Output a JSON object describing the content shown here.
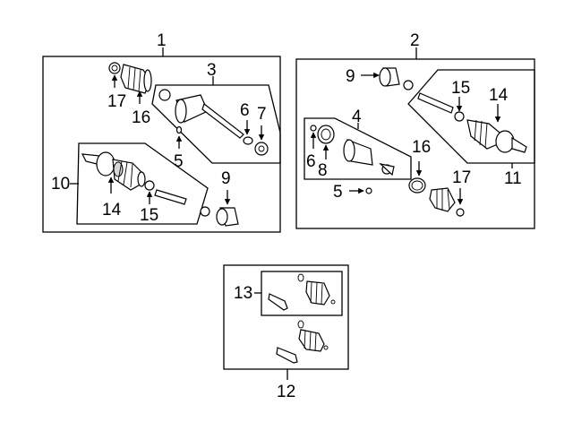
{
  "title": "Drive Axle Assembly Parts Diagram",
  "groups": [
    {
      "id": "group-1",
      "callout": "1"
    },
    {
      "id": "group-2",
      "callout": "2"
    },
    {
      "id": "group-12",
      "callout": "12"
    }
  ],
  "callouts": {
    "g1": {
      "c3": "3",
      "c5": "5",
      "c6": "6",
      "c7": "7",
      "c9": "9",
      "c10": "10",
      "c14": "14",
      "c15": "15",
      "c16": "16",
      "c17": "17"
    },
    "g2": {
      "c4": "4",
      "c5": "5",
      "c6": "6",
      "c8": "8",
      "c9": "9",
      "c11": "11",
      "c14": "14",
      "c15": "15",
      "c16": "16",
      "c17": "17"
    },
    "g12": {
      "c13": "13"
    }
  },
  "labels": {
    "one": "1",
    "two": "2",
    "twelve": "12"
  },
  "colors": {
    "line": "#000000",
    "background": "#ffffff",
    "shade": "#d8d8d8"
  }
}
